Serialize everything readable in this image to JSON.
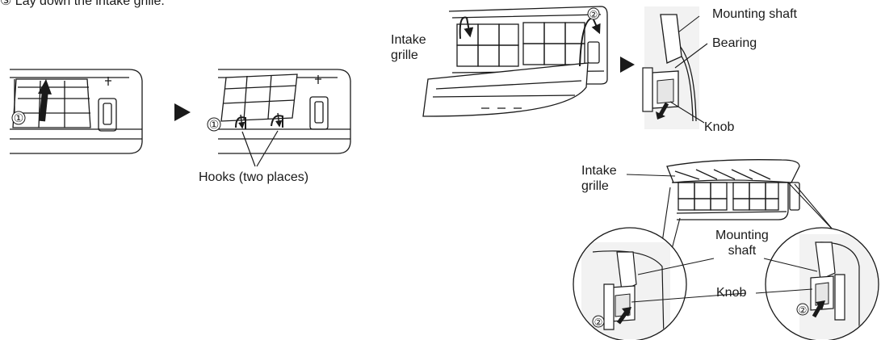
{
  "header": {
    "marker": "③",
    "text": "Lay down the intake grille."
  },
  "step_marks": {
    "one": "①",
    "two": "②"
  },
  "labels": {
    "hooks": "Hooks (two places)",
    "intake_grille": "Intake\ngrille",
    "mounting_shaft": "Mounting shaft",
    "bearing": "Bearing",
    "knob": "Knob",
    "mounting_shaft_wrapped": "Mounting\nshaft"
  },
  "colors": {
    "line": "#1a1a1a",
    "shade": "#e6e6e6",
    "light": "#f2f2f2"
  },
  "icons": [
    "play-arrow-icon",
    "up-arrow-icon",
    "curved-arrow-icon"
  ]
}
